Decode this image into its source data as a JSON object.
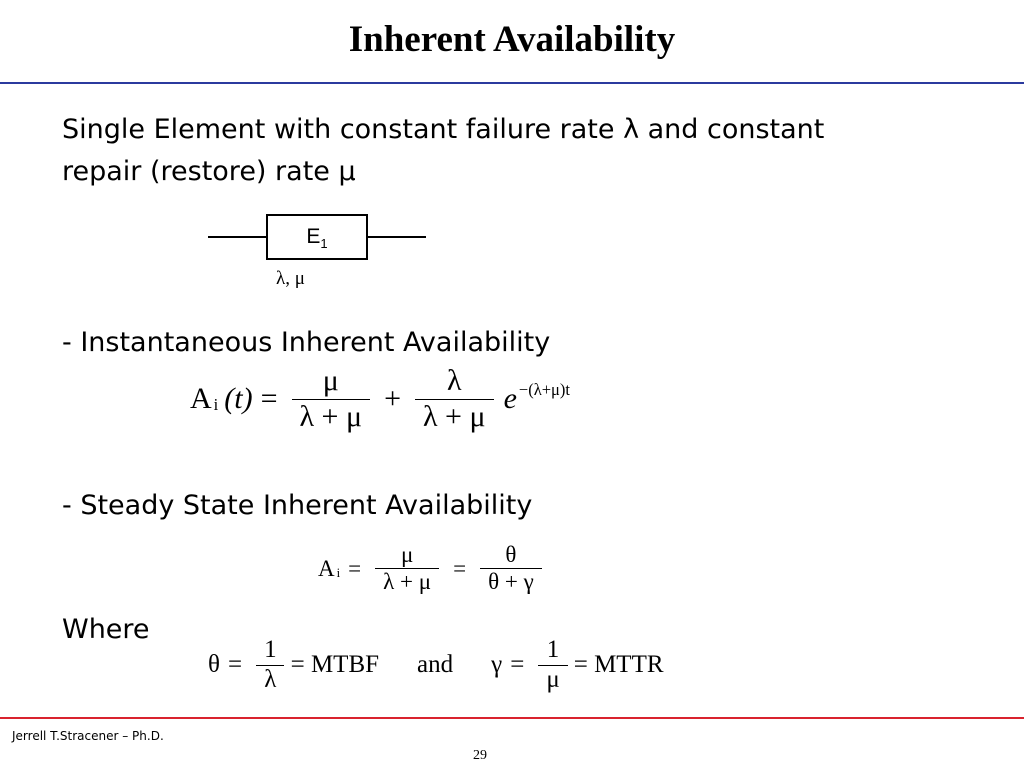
{
  "slide": {
    "title": "Inherent Availability",
    "intro_line_1": "Single Element with constant failure rate λ and   constant",
    "intro_line_2": "repair (restore) rate μ",
    "instantaneous_heading": "- Instantaneous Inherent Availability",
    "steady_heading": "- Steady State Inherent Availability",
    "where_label": "Where"
  },
  "diagram": {
    "element_letter": "E",
    "element_index": "1",
    "rates_label": "λ, μ"
  },
  "equations": {
    "instantaneous": {
      "lhs_symbol": "A",
      "lhs_subscript": "i",
      "lhs_argument": "(t)",
      "equals": "=",
      "frac1_num": "μ",
      "frac1_den": "λ + μ",
      "plus": "+",
      "frac2_num": "λ",
      "frac2_den": "λ + μ",
      "base": "e",
      "exponent": "−(λ+μ)t"
    },
    "steady": {
      "lhs_symbol": "A",
      "lhs_subscript": "i",
      "equals": "=",
      "frac1_num": "μ",
      "frac1_den": "λ + μ",
      "equals2": "=",
      "frac2_num": "θ",
      "frac2_den": "θ + γ"
    },
    "definitions": {
      "theta": "θ",
      "equals": "=",
      "theta_num": "1",
      "theta_den": "λ",
      "mtbf": "= MTBF",
      "and_word": "and",
      "gamma": "γ",
      "gamma_num": "1",
      "gamma_den": "μ",
      "mttr": "= MTTR"
    }
  },
  "footer": {
    "author": "Jerrell T.Stracener – Ph.D.",
    "page_number": "29"
  },
  "colors": {
    "top_rule": "#2b3a9e",
    "bottom_rule": "#d9232e"
  }
}
